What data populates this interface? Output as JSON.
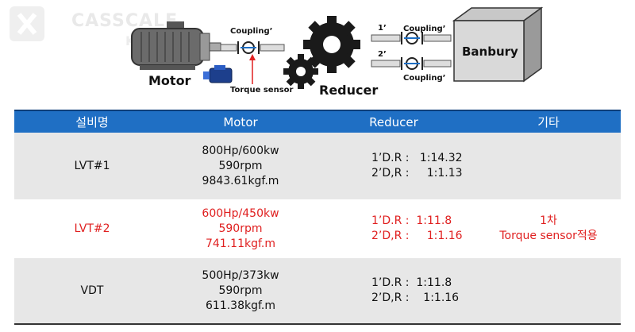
{
  "watermark": {
    "brand": "CASSCALE",
    "brand_line2": "KO"
  },
  "diagram": {
    "motor_label": "Motor",
    "coupling_motor": "Coupling’",
    "torque_sensor": "Torque sensor",
    "reducer_label": "Reducer",
    "shaft1_label": "1’",
    "shaft2_label": "2’",
    "coupling_top": "Coupling’",
    "coupling_bottom": "Coupling’",
    "banbury_label": "Banbury"
  },
  "table": {
    "headers": [
      "설비명",
      "Motor",
      "Reducer",
      "기타"
    ],
    "rows": [
      {
        "name": "LVT#1",
        "motor": [
          "800Hp/600kw",
          "590rpm",
          "9843.61kgf.m"
        ],
        "reducer": [
          "1’D.R :   1:14.32",
          "2’D,R :     1:1.13"
        ],
        "etc": [
          "",
          ""
        ]
      },
      {
        "name": "LVT#2",
        "motor": [
          "600Hp/450kw",
          "590rpm",
          "741.11kgf.m"
        ],
        "reducer": [
          "1’D.R :  1:11.8",
          "2’D,R :     1:1.16"
        ],
        "etc": [
          "1차",
          "Torque sensor적용"
        ]
      },
      {
        "name": "VDT",
        "motor": [
          "500Hp/373kw",
          "590rpm",
          "611.38kgf.m"
        ],
        "reducer": [
          "1’D.R :  1:11.8",
          "2’D,R :    1:1.16"
        ],
        "etc": [
          "",
          ""
        ]
      }
    ]
  },
  "colors": {
    "header_bg": "#1f6fc4",
    "highlight": "#e02020",
    "row_gray": "#e7e7e7"
  }
}
